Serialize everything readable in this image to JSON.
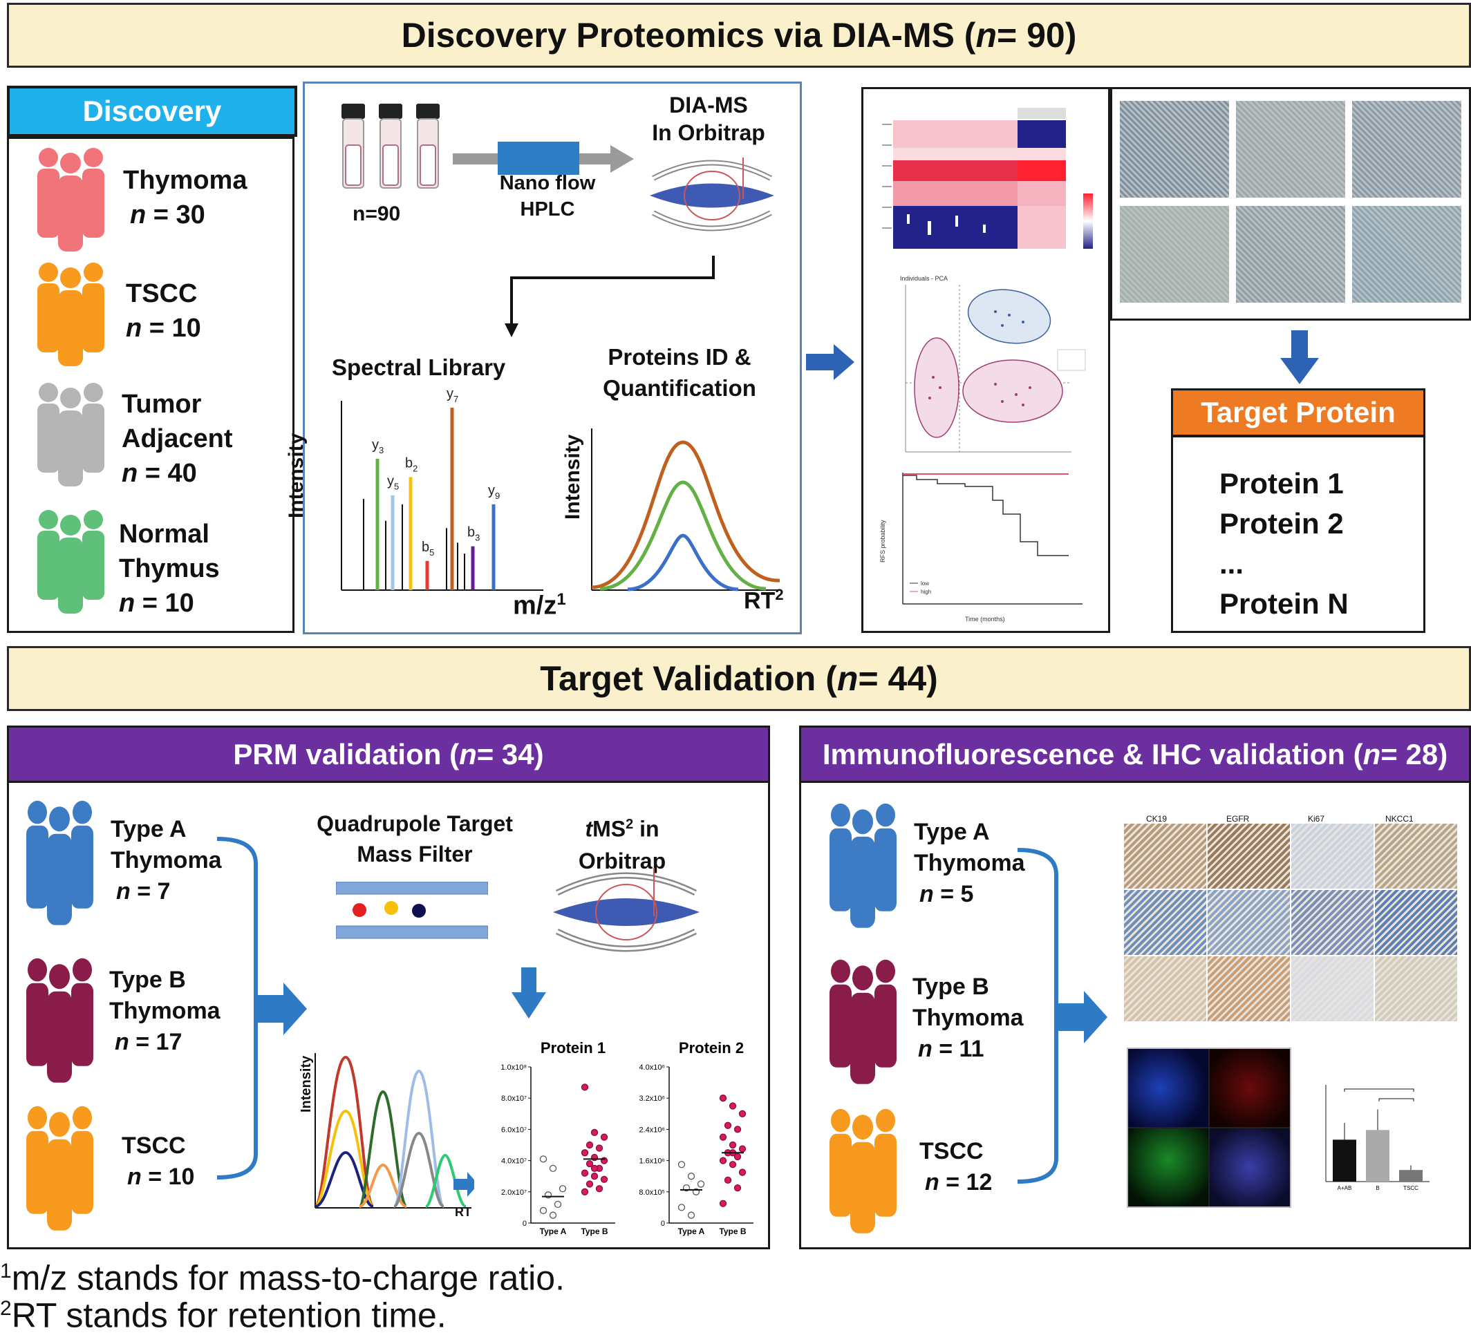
{
  "banner_top": {
    "prefix": "Discovery Proteomics via DIA-MS (",
    "n_italic": "n",
    "suffix": " = 90)"
  },
  "banner_mid": {
    "prefix": "Target Validation (",
    "n_italic": "n",
    "suffix": " = 44)"
  },
  "discovery": {
    "header": "Discovery",
    "groups": [
      {
        "name": "Thymoma",
        "name2": "",
        "n": "= 30",
        "color": "#f0747a"
      },
      {
        "name": "TSCC",
        "name2": "",
        "n": "= 10",
        "color": "#f79a1e"
      },
      {
        "name": "Tumor",
        "name2": "Adjacent",
        "n": "= 40",
        "color": "#b5b5b5"
      },
      {
        "name": "Normal",
        "name2": "Thymus",
        "n": "= 10",
        "color": "#5fc07a"
      }
    ]
  },
  "workflow": {
    "vials_label": "n=90",
    "hplc_label_1": "Nano flow",
    "hplc_label_2": "HPLC",
    "diams_1": "DIA-MS",
    "diams_2": "In Orbitrap",
    "spectral_library": "Spectral Library",
    "proteins_id_1": "Proteins  ID &",
    "proteins_id_2": "Quantification",
    "intensity": "Intensity",
    "mz": "m/z",
    "mz_sup": "1",
    "rt": "RT",
    "rt_sup": "2",
    "ions": [
      {
        "label": "y",
        "sub": "3",
        "value": 0.72,
        "color": "#63b044"
      },
      {
        "label": "y",
        "sub": "5",
        "value": 0.52,
        "color": "#9fc5e8"
      },
      {
        "label": "b",
        "sub": "2",
        "value": 0.62,
        "color": "#f4c20d"
      },
      {
        "label": "b",
        "sub": "5",
        "value": 0.16,
        "color": "#e53935"
      },
      {
        "label": "y",
        "sub": "7",
        "value": 1.0,
        "color": "#c0601e"
      },
      {
        "label": "b",
        "sub": "3",
        "value": 0.24,
        "color": "#6a1b9a"
      },
      {
        "label": "y",
        "sub": "9",
        "value": 0.47,
        "color": "#3b6fc9"
      }
    ]
  },
  "mini_charts": {
    "pca_title": "Individuals - PCA",
    "km_xlabel": "Time (months)",
    "km_ylabel": "RFS probability",
    "km_legend": [
      "low",
      "high"
    ]
  },
  "target": {
    "header": "Target Protein",
    "items": [
      "Protein 1",
      "Protein 2",
      "...",
      "Protein N"
    ]
  },
  "prm": {
    "header_prefix": "PRM validation (",
    "header_n": "n",
    "header_suffix": " = 34)",
    "groups": [
      {
        "line1": "Type A",
        "line2": "Thymoma",
        "n": "= 7",
        "color": "#3d7cc4"
      },
      {
        "line1": "Type B",
        "line2": "Thymoma",
        "n": "= 17",
        "color": "#8a1c4a"
      },
      {
        "line1": "TSCC",
        "line2": "",
        "n": "= 10",
        "color": "#f79a1e"
      }
    ],
    "quad_1": "Quadrupole Target",
    "quad_2": "Mass Filter",
    "tms_prefix": "t",
    "tms_main": "MS",
    "tms_sup": "2",
    "tms_suffix": " in",
    "orbitrap": "Orbitrap",
    "intensity": "Intensity",
    "rt": "RT"
  },
  "chart_data": [
    {
      "type": "scatter",
      "title": "Protein 1",
      "categories": [
        "Type A",
        "Type B"
      ],
      "yticks": [
        "0",
        "2.0x10⁷",
        "4.0x10⁷",
        "6.0x10⁷",
        "8.0x10⁷",
        "1.0x10⁸"
      ],
      "ylim": [
        0,
        100000000
      ],
      "series": [
        {
          "category": "Type A",
          "values": [
            41000000,
            35000000,
            22000000,
            18000000,
            12000000,
            8000000,
            5000000
          ],
          "mean": 17000000
        },
        {
          "category": "Type B",
          "values": [
            87000000,
            58000000,
            55000000,
            50000000,
            48000000,
            45000000,
            42000000,
            40000000,
            38000000,
            35000000,
            32000000,
            30000000,
            28000000,
            25000000,
            22000000,
            20000000,
            35000000
          ],
          "mean": 41000000
        }
      ]
    },
    {
      "type": "scatter",
      "title": "Protein 2",
      "categories": [
        "Type A",
        "Type B"
      ],
      "yticks": [
        "0",
        "8.0x10⁵",
        "1.6x10⁶",
        "2.4x10⁶",
        "3.2x10⁶",
        "4.0x10⁶"
      ],
      "ylim": [
        0,
        4000000
      ],
      "series": [
        {
          "category": "Type A",
          "values": [
            1500000,
            1200000,
            1000000,
            900000,
            800000,
            400000,
            200000
          ],
          "mean": 850000
        },
        {
          "category": "Type B",
          "values": [
            3200000,
            3000000,
            2800000,
            2500000,
            2400000,
            2200000,
            2000000,
            1900000,
            1800000,
            1700000,
            1600000,
            1500000,
            1300000,
            1100000,
            900000,
            500000,
            1800000
          ],
          "mean": 1800000
        }
      ]
    },
    {
      "type": "bar",
      "categories": [
        "A+AB",
        "B",
        "TSCC"
      ],
      "values": [
        6.5,
        8,
        1.8
      ],
      "ylim": [
        0,
        15
      ]
    }
  ],
  "ihc": {
    "header_prefix": "Immunofluorescence & IHC validation (",
    "header_n": "n",
    "header_suffix": " = 28)",
    "groups": [
      {
        "line1": "Type A",
        "line2": "Thymoma",
        "n": "= 5",
        "color": "#3d7cc4"
      },
      {
        "line1": "Type B",
        "line2": "Thymoma",
        "n": "= 11",
        "color": "#8a1c4a"
      },
      {
        "line1": "TSCC",
        "line2": "",
        "n": "= 12",
        "color": "#f79a1e"
      }
    ],
    "stains": [
      "CK19",
      "EGFR",
      "Ki67",
      "NKCC1"
    ]
  },
  "footnotes": [
    {
      "sup": "1",
      "text": "m/z stands for mass-to-charge ratio."
    },
    {
      "sup": "2",
      "text": "RT stands for retention time."
    }
  ]
}
